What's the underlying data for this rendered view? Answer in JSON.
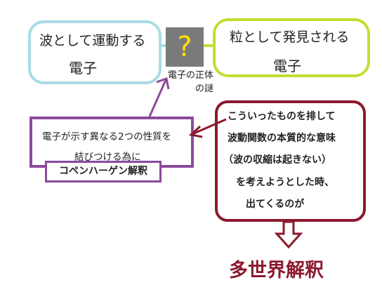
{
  "wave_box": {
    "line1": "波として運動する",
    "line2": "電子"
  },
  "particle_box": {
    "line1": "粒として発見される",
    "line2": "電子"
  },
  "question_mark": "?",
  "mystery_caption": {
    "line1": "電子の正体",
    "line2": "の謎"
  },
  "purple_box": {
    "line1": "電子が示す異なる2つの性質を",
    "line2": "結びつける為に"
  },
  "copenhagen_label": "コペンハーゲン解釈",
  "callout": {
    "lines": [
      "こういったものを排して",
      "波動関数の本質的な意味",
      "（波の収縮は起きない）",
      "を考えようとした時、",
      "出てくるのが"
    ]
  },
  "result_label": "多世界解釈",
  "colors": {
    "wave_border": "#a7dce6",
    "particle_border": "#c3de32",
    "question_bg": "#7a7a7a",
    "question_text": "#ffe000",
    "purple": "#8c4a9b",
    "dark_red": "#8b1a2e"
  }
}
